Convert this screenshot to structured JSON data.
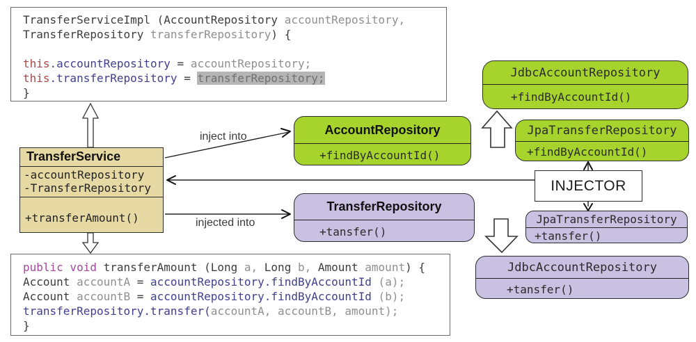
{
  "colors": {
    "green": "#a6d42c",
    "purple": "#c8c1e2",
    "tan": "#e6d9a3",
    "highlight": "#b5b5b5"
  },
  "top_code": {
    "lines": [
      [
        [
          "plain",
          "TransferServiceImpl (AccountRepository "
        ],
        [
          "muted",
          "accountRepository,"
        ]
      ],
      [
        [
          "plain",
          "TransferRepository "
        ],
        [
          "muted",
          "transferRepository"
        ],
        [
          "plain",
          ") {"
        ]
      ],
      [],
      [
        [
          "kwthis",
          "this"
        ],
        [
          "member",
          ".accountRepository"
        ],
        [
          "plain",
          " = "
        ],
        [
          "muted",
          "accountRepository;"
        ]
      ],
      [
        [
          "kwthis",
          "this"
        ],
        [
          "member",
          ".transferRepository"
        ],
        [
          "plain",
          " = "
        ],
        [
          "hl",
          "transferRepository;"
        ]
      ],
      [
        [
          "plain",
          "}"
        ]
      ]
    ]
  },
  "bottom_code": {
    "lines": [
      [
        [
          "kw",
          "public void"
        ],
        [
          "plain",
          " transferAmount (Long "
        ],
        [
          "muted",
          "a,"
        ],
        [
          "plain",
          " Long "
        ],
        [
          "muted",
          "b,"
        ],
        [
          "plain",
          " Amount "
        ],
        [
          "muted",
          "amount"
        ],
        [
          "plain",
          ") {"
        ]
      ],
      [
        [
          "plain",
          "Account "
        ],
        [
          "muted",
          "accountA"
        ],
        [
          "plain",
          " = "
        ],
        [
          "member",
          "accountRepository.findByAccountId"
        ],
        [
          "muted",
          " (a);"
        ]
      ],
      [
        [
          "plain",
          "Account "
        ],
        [
          "muted",
          "accountB"
        ],
        [
          "plain",
          " = "
        ],
        [
          "member",
          "accountRepository.findByAccountId"
        ],
        [
          "muted",
          " (b);"
        ]
      ],
      [
        [
          "member",
          "transferRepository.transfer("
        ],
        [
          "muted",
          "accountA, accountB, amount);"
        ]
      ],
      [
        [
          "plain",
          "}"
        ]
      ]
    ]
  },
  "transfer_service": {
    "title": "TransferService",
    "attributes": [
      "-accountRepository",
      "-TransferRepository"
    ],
    "method": "+transferAmount()"
  },
  "account_repository": {
    "title": "AccountRepository",
    "method": "+findByAccountId()"
  },
  "transfer_repository": {
    "title": "TransferRepository",
    "method": "+tansfer()"
  },
  "jdbc_account_repository_green": {
    "title": "JdbcAccountRepository",
    "method": "+findByAccountId()"
  },
  "jpa_transfer_repository_green": {
    "title": "JpaTransferRepository",
    "method": "+findByAccountId()"
  },
  "injector": {
    "label": "INJECTOR"
  },
  "jpa_transfer_repository_purple": {
    "title": "JpaTransferRepository",
    "method": "+tansfer()"
  },
  "jdbc_account_repository_purple": {
    "title": "JdbcAccountRepository",
    "method": "+tansfer()"
  },
  "labels": {
    "inject_into": "inject into",
    "injected_into": "injected into"
  }
}
